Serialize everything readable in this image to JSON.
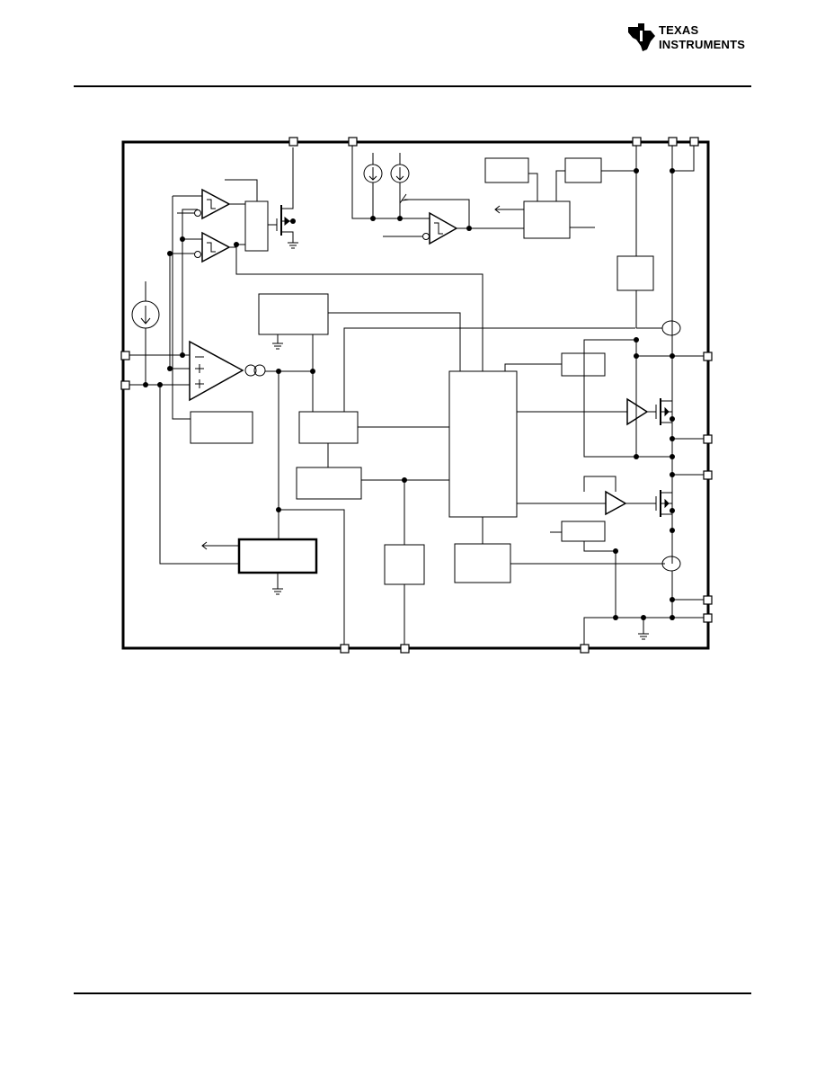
{
  "header": {
    "logo": {
      "name": "texas-instruments-logo",
      "line1": "TEXAS",
      "line2": "INSTRUMENTS"
    }
  },
  "diagram": {
    "type": "functional-block-diagram",
    "text_labels": []
  }
}
